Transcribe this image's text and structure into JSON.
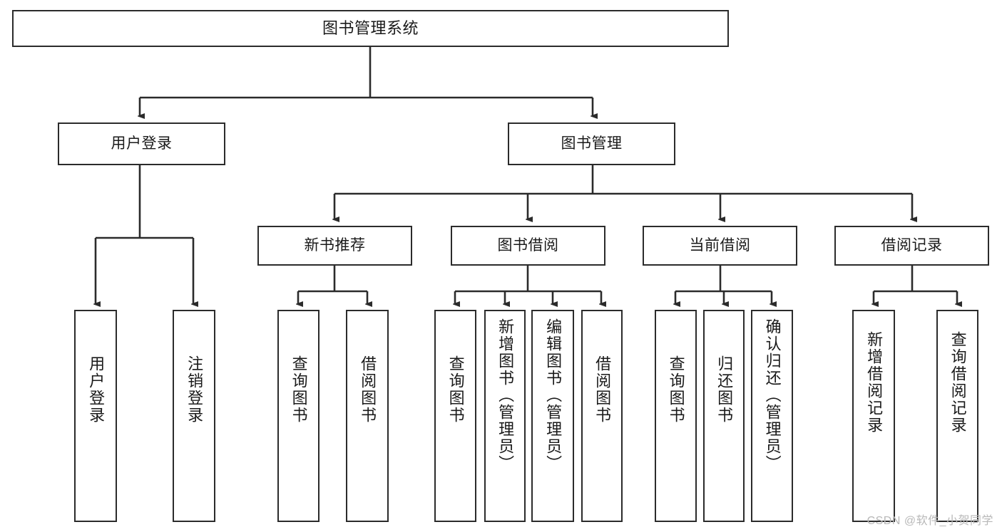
{
  "diagram": {
    "title": "图书管理系统",
    "watermark": "CSDN @软件_小贺同学",
    "levels": {
      "root": {
        "label": "图书管理系统"
      },
      "level2": [
        {
          "label": "用户登录"
        },
        {
          "label": "图书管理"
        }
      ],
      "level3": [
        {
          "label": "新书推荐"
        },
        {
          "label": "图书借阅"
        },
        {
          "label": "当前借阅"
        },
        {
          "label": "借阅记录"
        }
      ],
      "leaves": [
        {
          "label": "用户登录",
          "parent": "用户登录"
        },
        {
          "label": "注销登录",
          "parent": "用户登录"
        },
        {
          "label": "查询图书",
          "parent": "新书推荐"
        },
        {
          "label": "借阅图书",
          "parent": "新书推荐"
        },
        {
          "label": "查询图书",
          "parent": "图书借阅"
        },
        {
          "label": "新增图书（管理员）",
          "parent": "图书借阅"
        },
        {
          "label": "编辑图书（管理员）",
          "parent": "图书借阅"
        },
        {
          "label": "借阅图书",
          "parent": "图书借阅"
        },
        {
          "label": "查询图书",
          "parent": "当前借阅"
        },
        {
          "label": "归还图书",
          "parent": "当前借阅"
        },
        {
          "label": "确认归还（管理员）",
          "parent": "当前借阅"
        },
        {
          "label": "新增借阅记录",
          "parent": "借阅记录"
        },
        {
          "label": "查询借阅记录",
          "parent": "借阅记录"
        }
      ]
    },
    "colors": {
      "stroke": "#2b2b2b",
      "background": "#ffffff",
      "text": "#1a1a1a",
      "watermark": "#b8b8b8"
    }
  }
}
